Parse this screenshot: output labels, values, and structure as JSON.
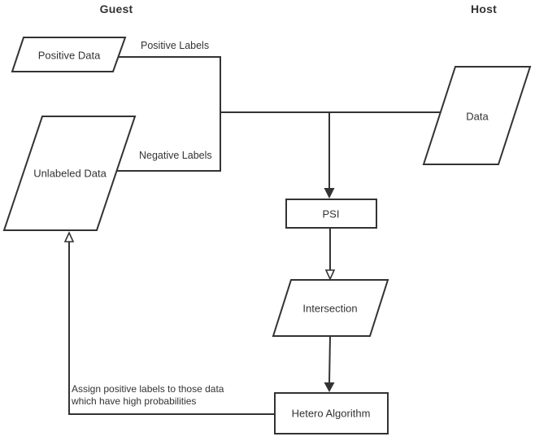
{
  "diagram": {
    "titles": {
      "guest": "Guest",
      "host": "Host"
    },
    "nodes": [
      {
        "id": "positive-data",
        "shape": "parallelogram",
        "label": "Positive Data"
      },
      {
        "id": "unlabeled-data",
        "shape": "parallelogram",
        "label": "Unlabeled Data"
      },
      {
        "id": "host-data",
        "shape": "parallelogram",
        "label": "Data"
      },
      {
        "id": "psi",
        "shape": "rectangle",
        "label": "PSI"
      },
      {
        "id": "intersection",
        "shape": "parallelogram",
        "label": "Intersection"
      },
      {
        "id": "hetero-algorithm",
        "shape": "rectangle",
        "label": "Hetero Algorithm"
      }
    ],
    "edge_labels": {
      "positive": "Positive Labels",
      "negative": "Negative Labels"
    },
    "annotation": {
      "line1": "Assign positive labels to those data",
      "line2": "which have high probabilities"
    },
    "colors": {
      "stroke": "#333333",
      "text": "#333333",
      "shape_fill": "#ffffff",
      "background": "#ffffff"
    }
  }
}
